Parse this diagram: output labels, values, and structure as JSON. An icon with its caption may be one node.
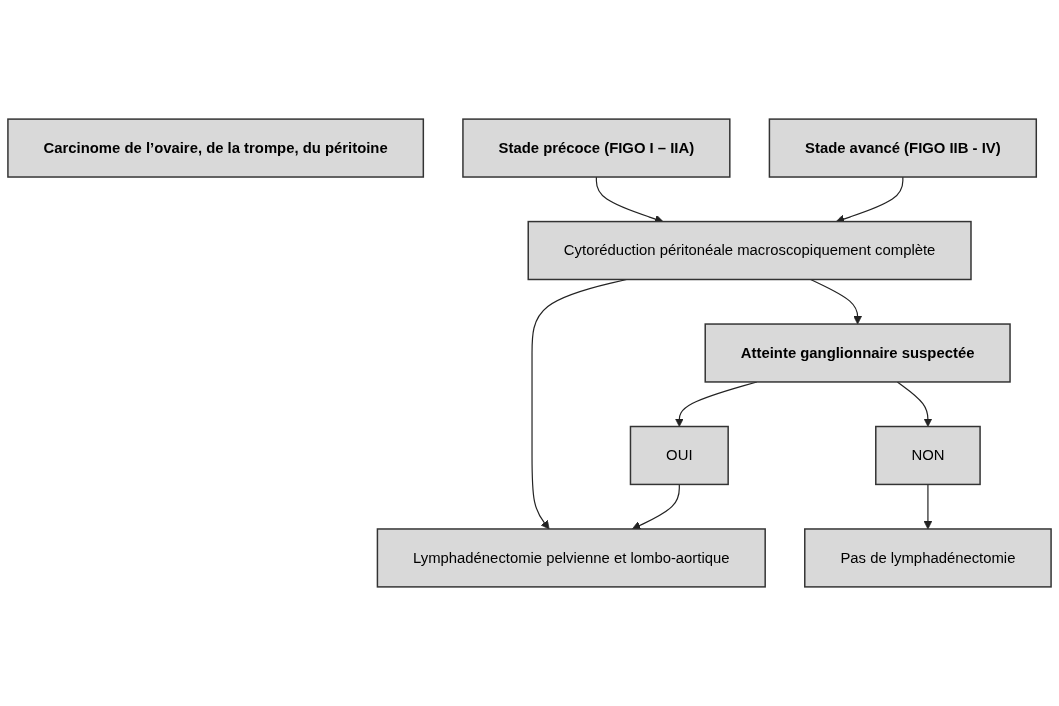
{
  "diagram": {
    "nodes": [
      {
        "text": [
          "Carcinome de l’ovaire, de la trompe, du péritoine"
        ]
      },
      {
        "text": [
          "Stade précoce (FIGO I – IIA)"
        ]
      },
      {
        "text": [
          "Stade avancé (FIGO IIB - IV)"
        ]
      },
      {
        "text": [
          "Cytoréduction péritonéale macroscopiquement complète"
        ]
      },
      {
        "text": [
          "Atteinte ganglionnaire suspectée"
        ]
      },
      {
        "text": [
          "OUI"
        ]
      },
      {
        "text": [
          "NON"
        ]
      },
      {
        "text": [
          "Lymphadénectomie pelvienne et lombo-aortique"
        ]
      },
      {
        "text": [
          "Pas de lymphadénectomie"
        ]
      }
    ],
    "edges": [
      {
        "from": 1,
        "to": 3,
        "arrow": "to"
      },
      {
        "from": 2,
        "to": 3,
        "arrow": "to"
      },
      {
        "from": 3,
        "to": 7,
        "arrow": "to"
      },
      {
        "from": 3,
        "to": 4,
        "arrow": "to"
      },
      {
        "from": 4,
        "to": 5,
        "arrow": "to"
      },
      {
        "from": 5,
        "to": 7,
        "arrow": "to"
      },
      {
        "from": 4,
        "to": 6,
        "arrow": "to"
      },
      {
        "from": 6,
        "to": 8,
        "arrow": "to"
      }
    ]
  }
}
